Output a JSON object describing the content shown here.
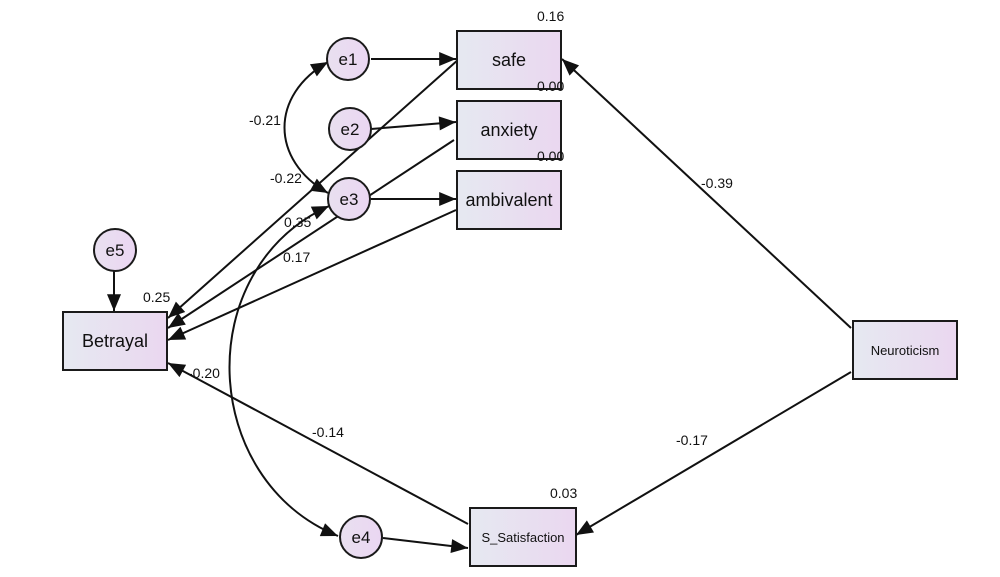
{
  "nodes": {
    "safe": "safe",
    "anxiety": "anxiety",
    "ambivalent": "ambivalent",
    "betrayal": "Betrayal",
    "neuroticism": "Neuroticism",
    "s_satisfaction": "S_Satisfaction",
    "e1": "e1",
    "e2": "e2",
    "e3": "e3",
    "e4": "e4",
    "e5": "e5"
  },
  "r_squared": {
    "safe": "0.16",
    "anxiety": "0.00",
    "ambivalent": "0.00",
    "betrayal": "0.25",
    "s_satisfaction": "0.03"
  },
  "paths": {
    "neuroticism_to_safe": "-0.39",
    "neuroticism_to_s_satisfaction": "-0.17",
    "e1_e3_covariance": "-0.21",
    "safe_to_betrayal": "-0.22",
    "anxiety_to_betrayal": "0.35",
    "ambivalent_to_betrayal": "0.17",
    "s_satisfaction_to_betrayal": "-0.14",
    "e3_e4_covariance": "-0.20"
  }
}
